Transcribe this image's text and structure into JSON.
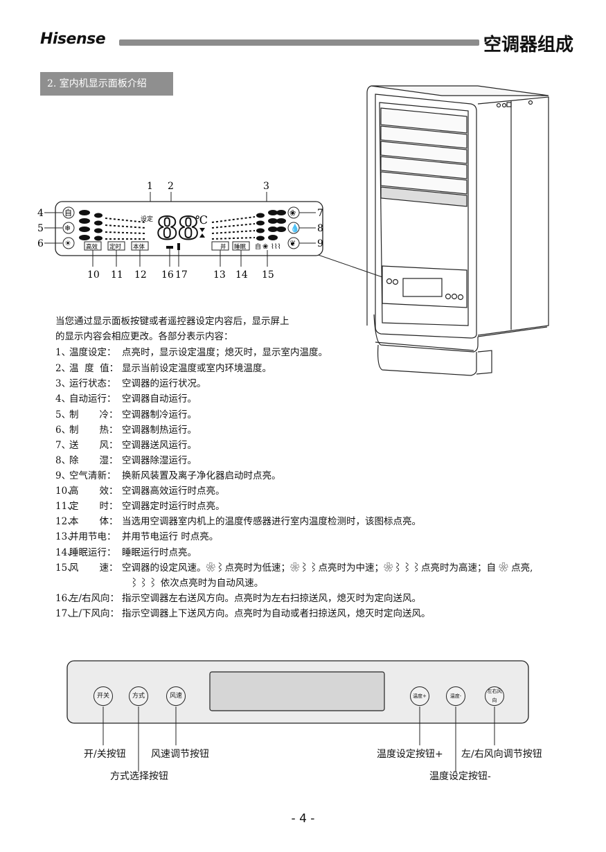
{
  "header": {
    "brand": "Hisense",
    "title": "空调器组成"
  },
  "section": {
    "title": "2. 室内机显示面板介绍"
  },
  "panel": {
    "set_label": "设定",
    "digits": "88",
    "unit": "℃",
    "top_callouts": [
      "1",
      "2",
      "3"
    ],
    "left_callouts": [
      "4",
      "5",
      "6"
    ],
    "right_callouts": [
      "7",
      "8",
      "9"
    ],
    "bottom_callouts": [
      "10",
      "11",
      "12",
      "16",
      "17",
      "13",
      "14",
      "15"
    ],
    "icon_auto": "自",
    "badges": [
      "高效",
      "定时",
      "本体",
      "并",
      "睡眠"
    ],
    "fan_auto": "自",
    "fan_levels": "⌇⌇⌇"
  },
  "intro": [
    "当您通过显示面板按键或者遥控器设定内容后，显示屏上",
    "的显示内容会相应更改。各部分表示内容："
  ],
  "items": [
    {
      "num": "1、",
      "label": "温度设定：",
      "text": "点亮时，显示设定温度；熄灭时，显示室内温度。"
    },
    {
      "num": "2、",
      "label": "温  度  值：",
      "text": "显示当前设定温度或室内环境温度。"
    },
    {
      "num": "3、",
      "label": "运行状态：",
      "text": "空调器的运行状况。"
    },
    {
      "num": "4、",
      "label": "自动运行：",
      "text": "空调器自动运行。"
    },
    {
      "num": "5、",
      "label": "制       冷：",
      "text": "空调器制冷运行。"
    },
    {
      "num": "6、",
      "label": "制       热：",
      "text": "空调器制热运行。"
    },
    {
      "num": "7、",
      "label": "送       风：",
      "text": "空调器送风运行。"
    },
    {
      "num": "8、",
      "label": "除       湿：",
      "text": "空调器除湿运行。"
    },
    {
      "num": "9、",
      "label": "空气清新：",
      "text": "换新风装置及离子净化器启动时点亮。"
    },
    {
      "num": "10、",
      "label": "高       效：",
      "text": "空调器高效运行时点亮。"
    },
    {
      "num": "11、",
      "label": "定       时：",
      "text": "空调器定时运行时点亮。"
    },
    {
      "num": "12、",
      "label": "本       体：",
      "text": "当选用空调器室内机上的温度传感器进行室内温度检测时，该图标点亮。"
    },
    {
      "num": "13、",
      "label": "并用节电：",
      "text": "并用节电运行 时点亮。"
    },
    {
      "num": "14、",
      "label": "睡眠运行：",
      "text": "睡眠运行时点亮。"
    },
    {
      "num": "15、",
      "label": "风       速：",
      "text": "空调器的设定风速。❀⌇点亮时为低速；❀⌇⌇点亮时为中速；❀⌇⌇⌇点亮时为高速；自 ❀ 点亮,"
    },
    {
      "num": "16、",
      "label": "左/右风向：",
      "text": "指示空调器左右送风方向。点亮时为左右扫掠送风，熄灭时为定向送风。"
    },
    {
      "num": "17、",
      "label": "上/下风向：",
      "text": "指示空调器上下送风方向。点亮时为自动或者扫掠送风，熄灭时定向送风。"
    }
  ],
  "item15_cont": "⌇⌇⌇ 依次点亮时为自动风速。",
  "control_panel": {
    "buttons_left": [
      "开关",
      "方式",
      "风速"
    ],
    "buttons_right": [
      "温度+",
      "温度-",
      "左右风向"
    ],
    "labels": {
      "power": "开/关按钮",
      "fan": "风速调节按钮",
      "mode": "方式选择按钮",
      "temp_up": "温度设定按钮+",
      "swing": "左/右风向调节按钮",
      "temp_down": "温度设定按钮-"
    }
  },
  "footer": {
    "page": "- 4 -"
  }
}
